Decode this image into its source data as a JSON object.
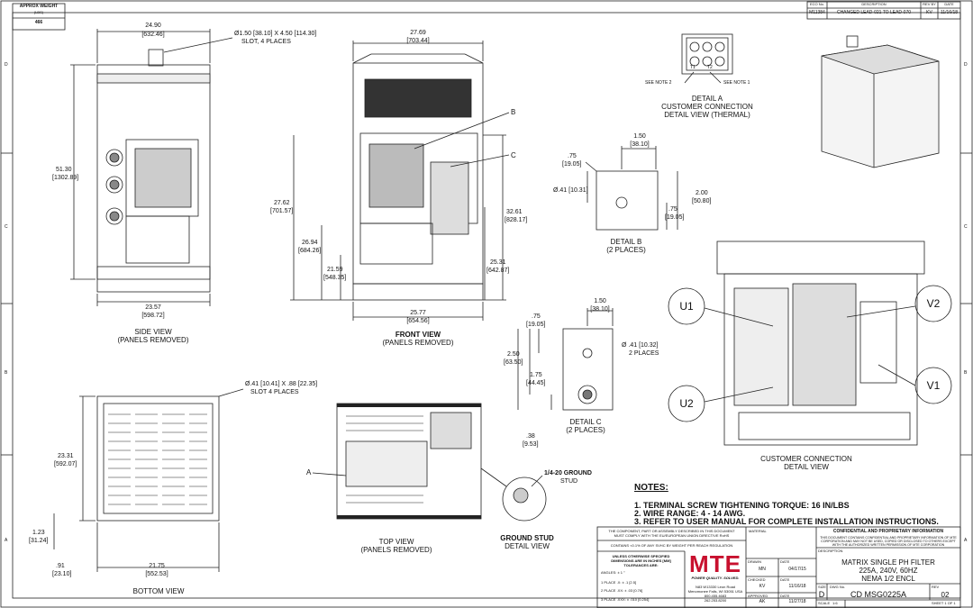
{
  "weight_box": {
    "label": "APPROX WEIGHT",
    "unit": "(LBS)",
    "value": "466"
  },
  "revision_block": {
    "headers": [
      "ECO No.",
      "DESCRIPTION",
      "REV BY",
      "DATE"
    ],
    "row": [
      "M11384",
      "CHANGED LEAD-021 TO LEAD-070",
      "KV",
      "11/16/18"
    ]
  },
  "zones": {
    "rows": [
      "D",
      "C",
      "B",
      "A"
    ]
  },
  "side_view": {
    "width": "24.90",
    "width_mm": "[632.46]",
    "slot": "Ø1.50 [38.10] X 4.50 [114.30]",
    "slot_note": "SLOT, 4 PLACES",
    "height": "51.30",
    "height_mm": "[1302.89]",
    "bottom": "23.57",
    "bottom_mm": "[598.72]",
    "title": "SIDE VIEW",
    "subtitle": "(PANELS REMOVED)"
  },
  "front_view": {
    "width": "27.69",
    "width_mm": "[703.44]",
    "d1": "27.62",
    "d1_mm": "[701.57]",
    "d2": "26.94",
    "d2_mm": "[684.26]",
    "d3": "21.59",
    "d3_mm": "[548.35]",
    "d4": "32.61",
    "d4_mm": "[828.17]",
    "d5": "25.31",
    "d5_mm": "[642.87]",
    "bottom": "25.77",
    "bottom_mm": "[654.56]",
    "label_b": "B",
    "label_c": "C",
    "title": "FRONT VIEW",
    "subtitle": "(PANELS REMOVED)"
  },
  "detail_a": {
    "note2": "SEE NOTE 2",
    "note1": "SEE NOTE 1",
    "t1": "T1",
    "t2": "T2",
    "title": "DETAIL A",
    "line2": "CUSTOMER CONNECTION",
    "line3": "DETAIL VIEW (THERMAL)"
  },
  "detail_b": {
    "w": "1.50",
    "w_mm": "[38.10]",
    "h1": ".75",
    "h1_mm": "[19.05]",
    "hole": "Ø.41 [10.31]",
    "d1": "2.00",
    "d1_mm": "[50.80]",
    "d2": ".75",
    "d2_mm": "[19.05]",
    "title": "DETAIL B",
    "subtitle": "(2 PLACES)"
  },
  "detail_c": {
    "w": "1.50",
    "w_mm": "[38.10]",
    "h1": ".75",
    "h1_mm": "[19.05]",
    "hole": "Ø .41 [10.32]",
    "hole_note": "2 PLACES",
    "d1": "2.50",
    "d1_mm": "[63.50]",
    "d2": "1.75",
    "d2_mm": "[44.45]",
    "d3": ".38",
    "d3_mm": "[9.53]",
    "title": "DETAIL C",
    "subtitle": "(2 PLACES)"
  },
  "customer_connection": {
    "u1": "U1",
    "u2": "U2",
    "v1": "V1",
    "v2": "V2",
    "title": "CUSTOMER CONNECTION",
    "subtitle": "DETAIL VIEW"
  },
  "bottom_view": {
    "slot": "Ø.41 [10.41] X .88 [22.35]",
    "slot_note": "SLOT 4 PLACES",
    "depth": "23.31",
    "depth_mm": "[592.07]",
    "d1": "1.23",
    "d1_mm": "[31.24]",
    "d2": ".91",
    "d2_mm": "[23.10]",
    "width": "21.75",
    "width_mm": "[552.53]",
    "title": "BOTTOM VIEW"
  },
  "top_view": {
    "label_a": "A",
    "title": "TOP VIEW",
    "subtitle": "(PANELS REMOVED)"
  },
  "ground_stud": {
    "callout": "1/4-20 GROUND",
    "callout2": "STUD",
    "title": "GROUND STUD",
    "subtitle": "DETAIL VIEW"
  },
  "notes": {
    "heading": "NOTES:",
    "items": [
      "1.  TERMINAL SCREW TIGHTENING TORQUE: 16 IN/LBS",
      "2.  WIRE RANGE: 4 - 14 AWG.",
      "3.  REFER TO USER MANUAL FOR COMPLETE INSTALLATION INSTRUCTIONS."
    ]
  },
  "title_block": {
    "compliance1": "THE COMPONENT, PART OR ASSEMBLY DESCRIBED IN THIS DOCUMENT",
    "compliance2": "MUST COMPLY WITH THE EU/EUROPEAN UNION DIRECTIVE RoHS",
    "reach": "CONTAINS <0.1% OF ANY SVHC BY WEIGHT PER REACH REGULATION",
    "tol_head1": "UNLESS OTHERWISE SPECIFIED",
    "tol_head2": "DIMENSIONS ARE IN INCHES [MM]",
    "tol_head3": "TOLERANCES ARE:",
    "tol_angles": "ANGLES: ± 1 °",
    "tol_1": "1 PLACE .X: ± .1 [2.5]",
    "tol_2": "2 PLACE .XX: ± .03 [0.76]",
    "tol_3": "3 PLACE .XXX: ± .010 [0.254]",
    "material": "MATERIAL",
    "logo": "MTE",
    "tagline": "POWER QUALITY. SOLVED.",
    "addr1": "N83 W13330 Leon Road",
    "addr2": "Menomonee Falls, WI 53051 USA",
    "addr3": "800.455.4683",
    "addr4": "262.253.8200",
    "drawn_label": "DRAWN",
    "drawn_by": "MN",
    "checked_label": "CHECKED",
    "checked_by": "KV",
    "approved_label": "APPROVED",
    "approved_by": "AK",
    "date_label": "DATE",
    "drawn_date": "04/17/15",
    "checked_date": "11/16/18",
    "approved_date": "11/27/18",
    "conf_title": "CONFIDENTIAL AND PROPRIETARY INFORMATION",
    "conf1": "THIS DOCUMENT CONTAINS CONFIDENTIAL AND PROPRIETARY INFORMATION OF MTE",
    "conf2": "CORPORATION AND MAY NOT BE USED, COPIED OR DISCLOSED TO OTHERS EXCEPT",
    "conf3": "WITH THE AUTHORIZED WRITTEN PERMISSION OF MTE CORPORATION",
    "description_label": "DESCRIPTION",
    "desc1": "MATRIX SINGLE PH FILTER",
    "desc2": "225A, 240V, 60HZ",
    "desc3": "NEMA 1/2 ENCL",
    "size_label": "SIZE",
    "size": "D",
    "dwg_label": "DWG No.",
    "dwg": "CD MSG0225A",
    "rev_label": "REV",
    "rev": "02",
    "scale_label": "SCALE",
    "scale": "1:6",
    "sheet": "SHEET 1 OF 1"
  }
}
